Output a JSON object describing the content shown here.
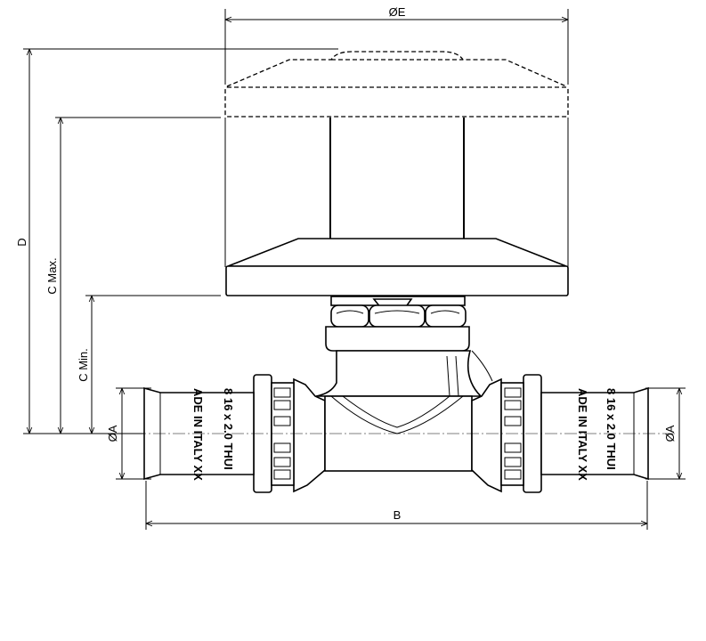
{
  "dimensions": {
    "diameter_e": "ØE",
    "d": "D",
    "c_max": "C Max.",
    "c_min": "C Min.",
    "diameter_a_left": "ØA",
    "diameter_a_right": "ØA",
    "b": "B"
  },
  "pipe_markings": {
    "left_line1": "8 16 x 2.0  THUI",
    "left_line2": "ADE IN ITALY  XX",
    "right_line1": "8 16 x 2.0  THUI",
    "right_line2": "ADE IN ITALY  XX"
  }
}
